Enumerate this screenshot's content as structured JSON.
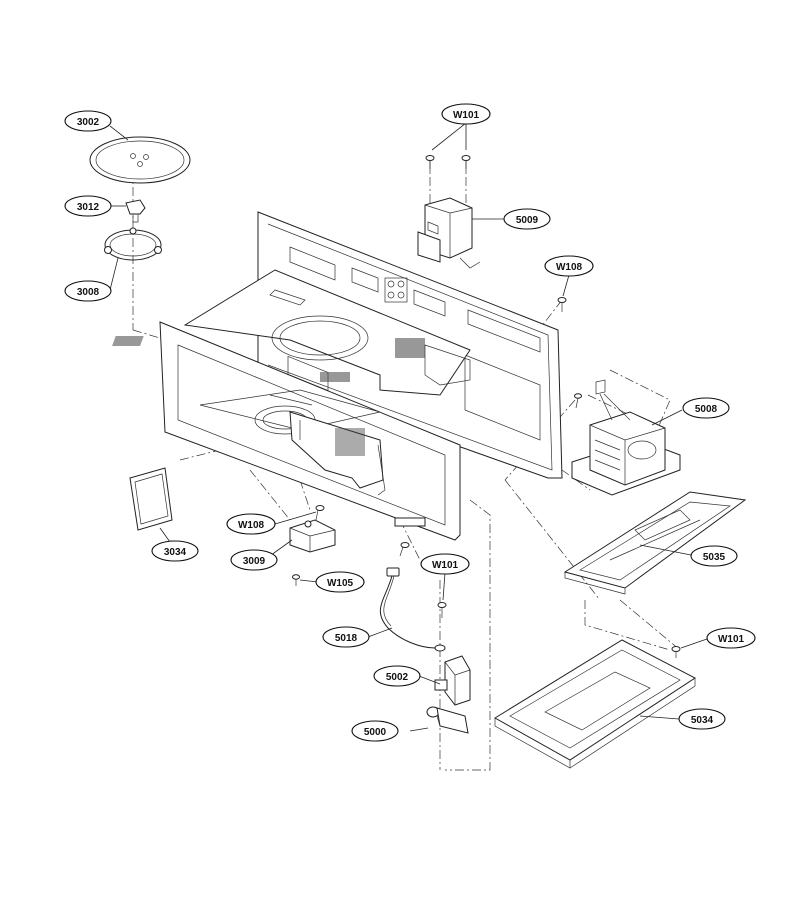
{
  "callouts": [
    {
      "id": "c3002",
      "label": "3002"
    },
    {
      "id": "c3012",
      "label": "3012"
    },
    {
      "id": "c3008",
      "label": "3008"
    },
    {
      "id": "cW101a",
      "label": "W101"
    },
    {
      "id": "c5009",
      "label": "5009"
    },
    {
      "id": "cW108a",
      "label": "W108"
    },
    {
      "id": "c5008",
      "label": "5008"
    },
    {
      "id": "c5035",
      "label": "5035"
    },
    {
      "id": "cW108b",
      "label": "W108"
    },
    {
      "id": "c3034",
      "label": "3034"
    },
    {
      "id": "c3009",
      "label": "3009"
    },
    {
      "id": "cW105",
      "label": "W105"
    },
    {
      "id": "cW101b",
      "label": "W101"
    },
    {
      "id": "c5018",
      "label": "5018"
    },
    {
      "id": "c5002",
      "label": "5002"
    },
    {
      "id": "c5000",
      "label": "5000"
    },
    {
      "id": "c5034",
      "label": "5034"
    },
    {
      "id": "cW101c",
      "label": "W101"
    }
  ]
}
